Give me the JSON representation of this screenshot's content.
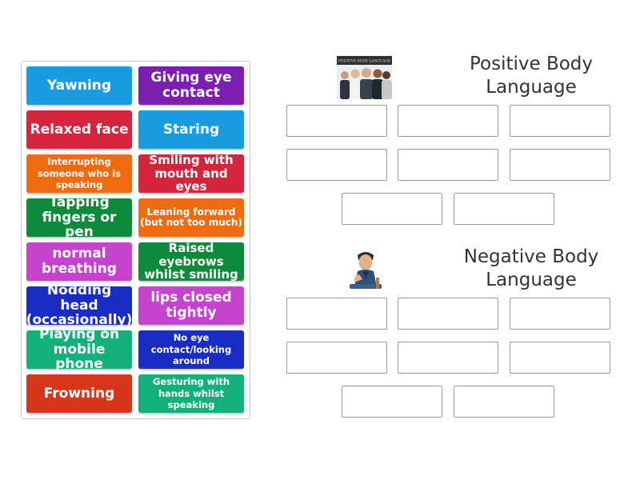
{
  "colors": {
    "blue": "#1a9be0",
    "purple": "#7c1fb0",
    "red": "#d5253e",
    "orange": "#f06a10",
    "green": "#0e8a3c",
    "magenta": "#c544cd",
    "navy": "#1a2dc2",
    "teal": "#13b07a",
    "vermilion": "#d8361a",
    "slot_border": "#9a9a9a",
    "title_text": "#333333"
  },
  "tiles": [
    {
      "label": "Yawning",
      "color": "blue"
    },
    {
      "label": "Giving eye contact",
      "color": "purple"
    },
    {
      "label": "Relaxed face",
      "color": "red"
    },
    {
      "label": "Staring",
      "color": "blue"
    },
    {
      "label": "Interrupting someone who is speaking",
      "color": "orange"
    },
    {
      "label": "Smiling with mouth and eyes",
      "color": "red"
    },
    {
      "label": "Tapping fingers or pen",
      "color": "green"
    },
    {
      "label": "Leaning forward (but not too much)",
      "color": "orange"
    },
    {
      "label": "normal breathing",
      "color": "magenta"
    },
    {
      "label": "Raised eyebrows whilst smiling",
      "color": "green"
    },
    {
      "label": "Nodding head (occasionally)",
      "color": "navy"
    },
    {
      "label": "lips closed tightly",
      "color": "magenta"
    },
    {
      "label": "Playing on mobile phone",
      "color": "teal"
    },
    {
      "label": "No eye contact/looking around",
      "color": "navy"
    },
    {
      "label": "Frowning",
      "color": "vermilion"
    },
    {
      "label": "Gesturing with hands whilst speaking",
      "color": "teal"
    }
  ],
  "groups": {
    "positive": {
      "title": "Positive Body Language",
      "image_caption": "POSITIVE BODY LANGUAGE",
      "slot_count": 8
    },
    "negative": {
      "title": "Negative Body Language",
      "slot_count": 8
    }
  }
}
